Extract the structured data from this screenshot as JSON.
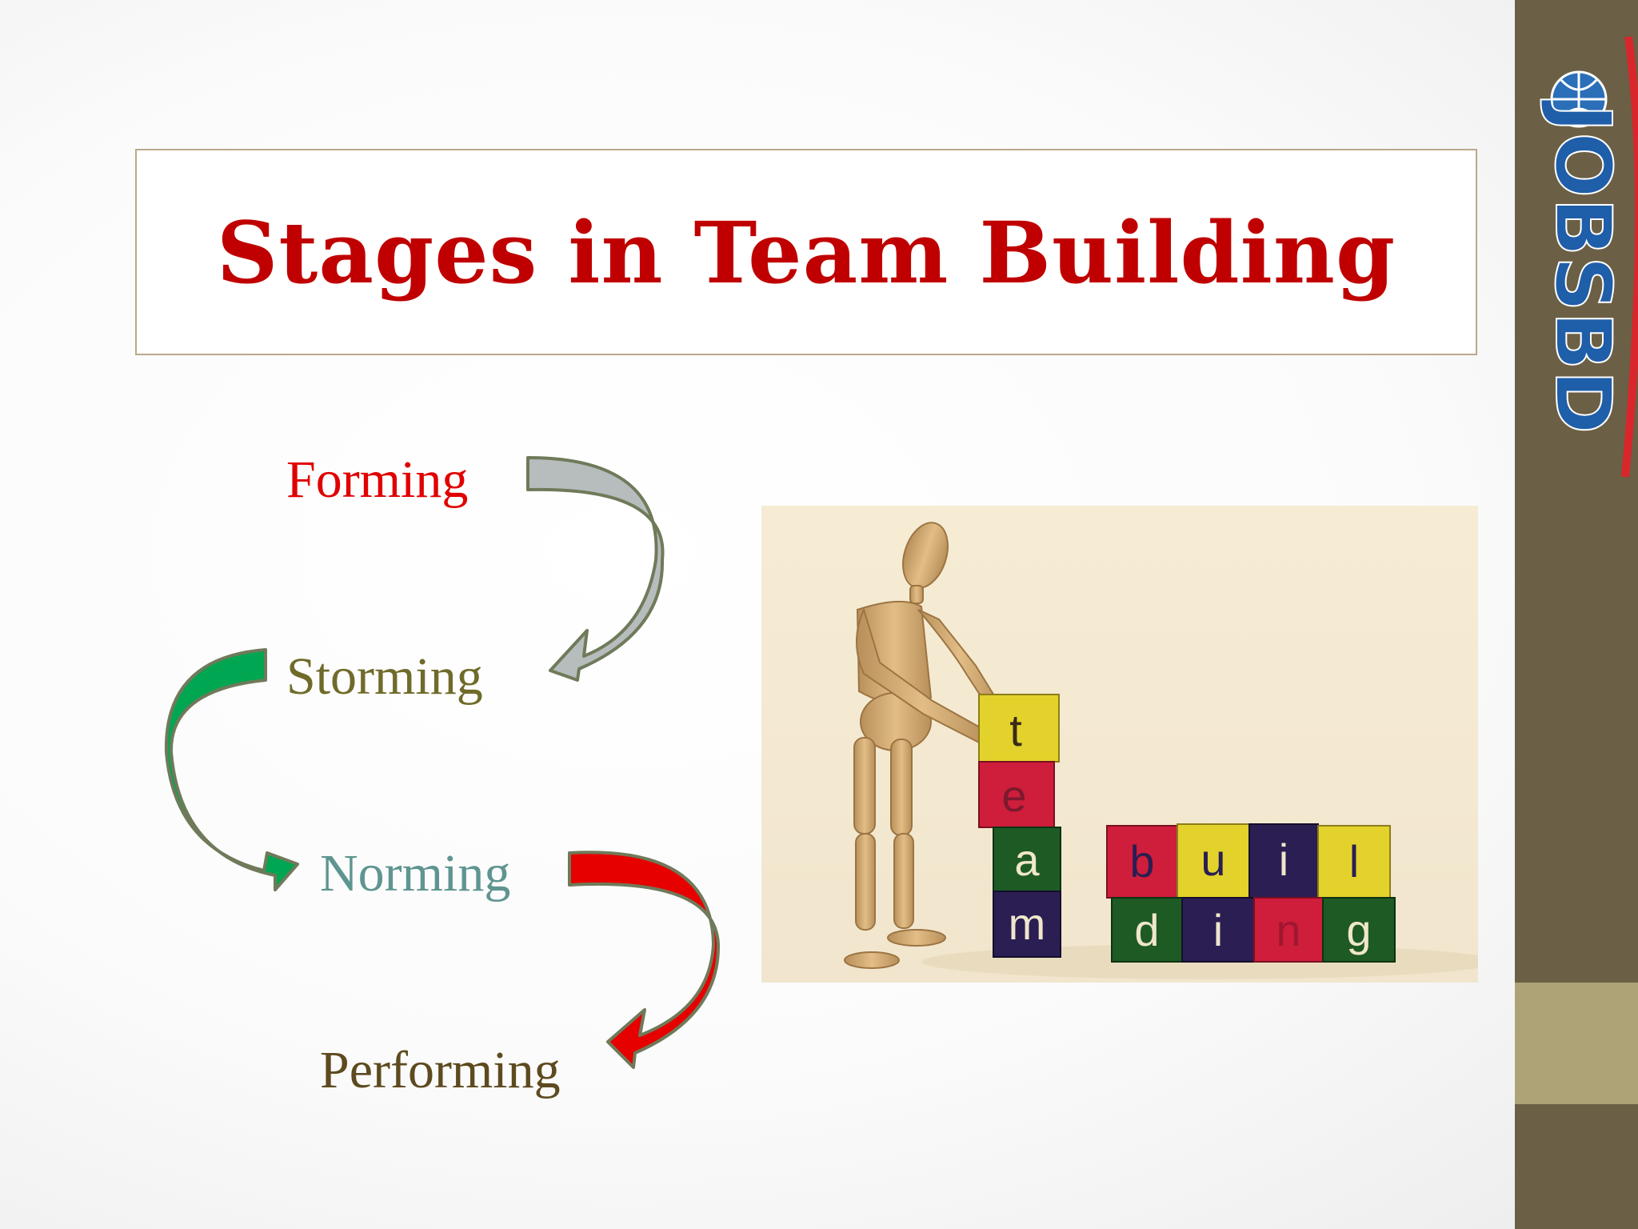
{
  "slide": {
    "title": "Stages in Team Building",
    "stages": [
      {
        "label": "Forming",
        "color": "#e00000"
      },
      {
        "label": "Storming",
        "color": "#6f6b2a"
      },
      {
        "label": "Norming",
        "color": "#5f9590"
      },
      {
        "label": "Performing",
        "color": "#5e4a1f"
      }
    ],
    "arrow_colors": [
      "#b7bcbd",
      "#00a651",
      "#e60000"
    ]
  },
  "logo": {
    "text": "JOBSBD"
  },
  "photo": {
    "blocks_left": [
      "t",
      "e",
      "a",
      "m"
    ],
    "blocks_top_right": [
      "b",
      "u",
      "i",
      "l"
    ],
    "blocks_bottom_right": [
      "d",
      "i",
      "n",
      "g"
    ]
  },
  "colors": {
    "sidebar": "#6b5f45",
    "sidebar_band": "#ada376",
    "title": "#c00000"
  }
}
